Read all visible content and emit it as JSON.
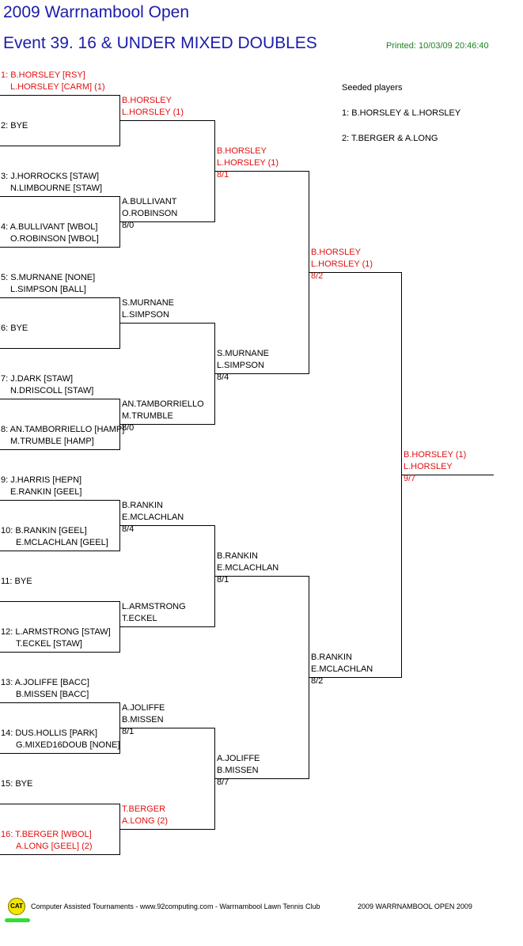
{
  "header": {
    "title": "2009 Warrnambool Open",
    "event": "Event 39. 16 & UNDER MIXED DOUBLES",
    "printed": "Printed: 10/03/09 20:46:40"
  },
  "seeded": {
    "heading": "Seeded players",
    "items": [
      "1: B.HORSLEY & L.HORSLEY",
      "2: T.BERGER & A.LONG"
    ]
  },
  "round1": [
    {
      "line1": "1: B.HORSLEY [RSY]",
      "line2": "L.HORSLEY [CARM] (1)",
      "seed": true
    },
    {
      "line1": "2: BYE",
      "line2": ""
    },
    {
      "line1": "3: J.HORROCKS [STAW]",
      "line2": "N.LIMBOURNE [STAW]"
    },
    {
      "line1": "4: A.BULLIVANT [WBOL]",
      "line2": "O.ROBINSON [WBOL]"
    },
    {
      "line1": "5: S.MURNANE [NONE]",
      "line2": "L.SIMPSON [BALL]"
    },
    {
      "line1": "6: BYE",
      "line2": ""
    },
    {
      "line1": "7: J.DARK [STAW]",
      "line2": "N.DRISCOLL [STAW]"
    },
    {
      "line1": "8: AN.TAMBORRIELLO [HAMP]",
      "line2": "M.TRUMBLE [HAMP]"
    },
    {
      "line1": "9: J.HARRIS [HEPN]",
      "line2": "E.RANKIN [GEEL]"
    },
    {
      "line1": "10: B.RANKIN [GEEL]",
      "line2": "E.MCLACHLAN [GEEL]"
    },
    {
      "line1": "11: BYE",
      "line2": ""
    },
    {
      "line1": "12: L.ARMSTRONG [STAW]",
      "line2": "T.ECKEL [STAW]"
    },
    {
      "line1": "13: A.JOLIFFE [BACC]",
      "line2": "B.MISSEN [BACC]"
    },
    {
      "line1": "14: DUS.HOLLIS [PARK]",
      "line2": "G.MIXED16DOUB [NONE]"
    },
    {
      "line1": "15: BYE",
      "line2": ""
    },
    {
      "line1": "16: T.BERGER [WBOL]",
      "line2": "A.LONG [GEEL] (2)",
      "seed": true
    }
  ],
  "round2": [
    {
      "line1": "B.HORSLEY",
      "line2": "L.HORSLEY (1)",
      "score": "",
      "seed": true
    },
    {
      "line1": "A.BULLIVANT",
      "line2": "O.ROBINSON",
      "score": "8/0"
    },
    {
      "line1": "S.MURNANE",
      "line2": "L.SIMPSON",
      "score": ""
    },
    {
      "line1": "AN.TAMBORRIELLO",
      "line2": "M.TRUMBLE",
      "score": "8/0"
    },
    {
      "line1": "B.RANKIN",
      "line2": "E.MCLACHLAN",
      "score": "8/4"
    },
    {
      "line1": "L.ARMSTRONG",
      "line2": "T.ECKEL",
      "score": ""
    },
    {
      "line1": "A.JOLIFFE",
      "line2": "B.MISSEN",
      "score": "8/1"
    },
    {
      "line1": "T.BERGER",
      "line2": "A.LONG (2)",
      "score": "",
      "seed": true
    }
  ],
  "round3": [
    {
      "line1": "B.HORSLEY",
      "line2": "L.HORSLEY (1)",
      "score": "8/1",
      "seed": true
    },
    {
      "line1": "S.MURNANE",
      "line2": "L.SIMPSON",
      "score": "8/4"
    },
    {
      "line1": "B.RANKIN",
      "line2": "E.MCLACHLAN",
      "score": "8/1"
    },
    {
      "line1": "A.JOLIFFE",
      "line2": "B.MISSEN",
      "score": "8/7"
    }
  ],
  "round4": [
    {
      "line1": "B.HORSLEY",
      "line2": "L.HORSLEY (1)",
      "score": "8/2",
      "seed": true
    },
    {
      "line1": "B.RANKIN",
      "line2": "E.MCLACHLAN",
      "score": "8/2"
    }
  ],
  "final": [
    {
      "line1": "B.HORSLEY (1)",
      "line2": "L.HORSLEY",
      "score": "9/7",
      "seed": true
    }
  ],
  "footer": {
    "logo": "CAT",
    "credit": "Computer Assisted Tournaments - www.92computing.com -  Warrnambool Lawn Tennis Club",
    "event": "2009 WARRNAMBOOL OPEN 2009"
  },
  "colors": {
    "title": "#1c1caa",
    "seed": "#e01010",
    "printed": "#208020"
  }
}
